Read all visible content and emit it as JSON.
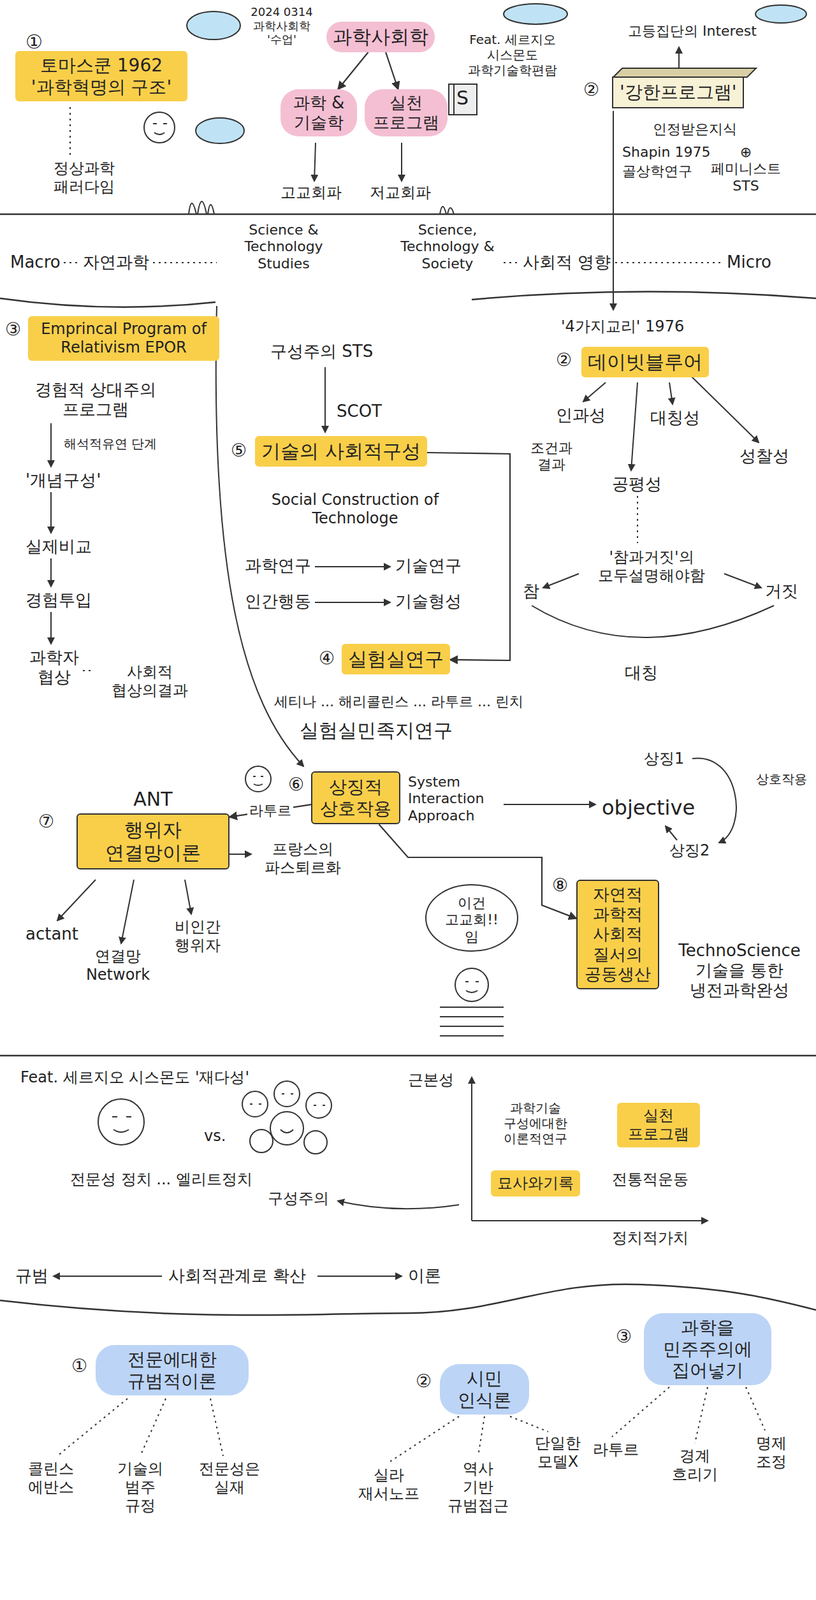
{
  "diagram": {
    "nodes": [
      {
        "text": [
          "토마스쿤 1962 '과학혁명의 구조'"
        ]
      },
      {
        "text": [
          "과학사회학"
        ]
      },
      {
        "text": [
          "과학 & 기술학"
        ]
      },
      {
        "text": [
          "실천 프로그램"
        ]
      },
      {
        "text": [
          "'강한프로그램'"
        ]
      },
      {
        "text": [
          "Emprincal Program of Relativism EPOR"
        ]
      },
      {
        "text": [
          "데이빗블루어"
        ]
      },
      {
        "text": [
          "기술의 사회적구성"
        ]
      },
      {
        "text": [
          "실험실연구"
        ]
      },
      {
        "text": [
          "상징적 상호작용"
        ]
      },
      {
        "text": [
          "ANT",
          "행위자 연결망이론"
        ]
      },
      {
        "text": [
          "자연적 과학적 사회적 질서의 공동생산"
        ]
      },
      {
        "text": [
          "실천 프로그램"
        ]
      },
      {
        "text": [
          "묘사와기록"
        ]
      },
      {
        "text": [
          "전문에대한 규범적이론"
        ]
      },
      {
        "text": [
          "시민 인식론"
        ]
      },
      {
        "text": [
          "과학을 민주주의에 집어넣기"
        ]
      }
    ],
    "edges": [
      {
        "from": 1,
        "to": 2,
        "arrow": "to"
      },
      {
        "from": 1,
        "to": 3,
        "arrow": "to"
      },
      {
        "from": 7,
        "to": 8,
        "arrow": "to"
      },
      {
        "from": 9,
        "to": 10,
        "label": "라투르",
        "arrow": "to"
      },
      {
        "from": 9,
        "to": 11,
        "arrow": "to"
      }
    ],
    "labels": [
      "①",
      "정상과학 패러다임",
      "2024 0314 과학사회학 '수업'",
      "Feat. 세르지오 시스몬도 과학기술학편람",
      "고교회파",
      "저교회파",
      "Science & Technology Studies",
      "Science, Technology & Society",
      "Macro",
      "자연과학",
      "사회적 영향",
      "Micro",
      "②",
      "고등집단의 Interest",
      "인정받은지식",
      "Shapin 1975",
      "골상학연구",
      "⊕ 페미니스트 STS",
      "③",
      "경험적 상대주의 프로그램",
      "해석적유연 단계",
      "'개념구성'",
      "실제비교",
      "경험투입",
      "과학자 협상",
      "사회적 협상의결과",
      "구성주의 STS",
      "SCOT",
      "⑤",
      "Social Construction of Technologe",
      "과학연구",
      "기술연구",
      "인간행동",
      "기술형성",
      "④",
      "세티나 ... 해리콜린스 ... 라투르 ... 린치",
      "실험실민족지연구",
      "'4가지교리' 1976",
      "②",
      "인과성",
      "대칭성",
      "조건과 결과",
      "공평성",
      "성찰성",
      "'참과거짓'의 모두설명해야함",
      "참",
      "거짓",
      "대칭",
      "⑥",
      "System Interaction Approach",
      "objective",
      "상징1",
      "상호작용",
      "상징2",
      "⑦",
      "프랑스의 파스퇴르화",
      "actant",
      "연결망 Network",
      "비인간 행위자",
      "⑧",
      "이건 고교회!! 임",
      "TechnoScience 기술을 통한 냉전과학완성",
      "Feat. 세르지오 시스몬도 '재다성'",
      "vs.",
      "전문성 정치 ... 엘리트정치",
      "구성주의",
      "근본성",
      "과학기술 구성에대한 이론적연구",
      "전통적운동",
      "정치적가치",
      "규범",
      "사회적관계로 확산",
      "이론",
      "①",
      "콜린스 에반스",
      "기술의 범주 규정",
      "전문성은 실재",
      "②",
      "실라 재서노프",
      "역사 기반 규범접근",
      "단일한 모델X",
      "③",
      "라투르",
      "경계 흐리기",
      "명제 조정",
      "S"
    ]
  }
}
